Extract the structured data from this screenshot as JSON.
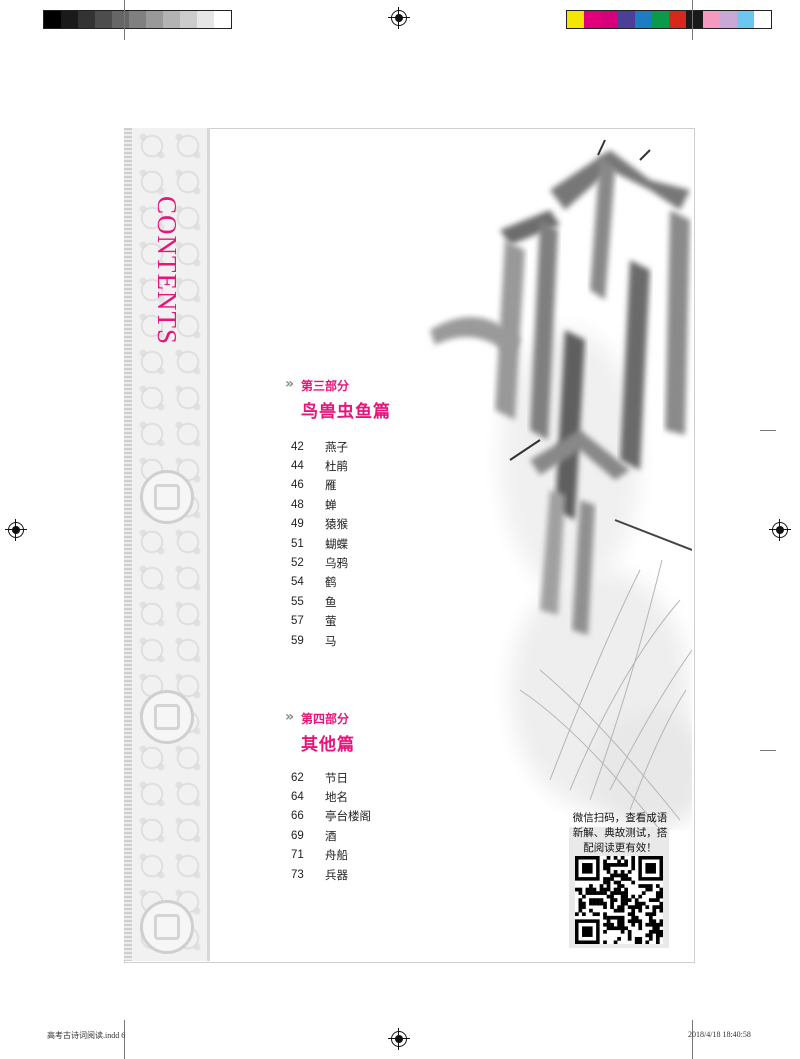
{
  "print_marks": {
    "grayscale_swatches": [
      "#000000",
      "#1a1a1a",
      "#333333",
      "#4d4d4d",
      "#666666",
      "#808080",
      "#999999",
      "#b3b3b3",
      "#cccccc",
      "#e6e6e6",
      "#ffffff"
    ],
    "color_swatches": [
      "#f5e600",
      "#e2007a",
      "#d6007f",
      "#4b3f98",
      "#1d7dc2",
      "#0a9a4a",
      "#d8281e",
      "#1a1a1a",
      "#f49ac1",
      "#c9a8d6",
      "#6ec6ee",
      "#ffffff"
    ]
  },
  "sidebar": {
    "title": "CONTENTS"
  },
  "colors": {
    "accent": "#e6157a",
    "ornament": "#d0d0d0"
  },
  "sections": [
    {
      "marker": "»",
      "label": "第三部分",
      "title": "鸟兽虫鱼篇",
      "items": [
        {
          "page": "42",
          "name": "燕子"
        },
        {
          "page": "44",
          "name": "杜鹃"
        },
        {
          "page": "46",
          "name": "雁"
        },
        {
          "page": "48",
          "name": "蝉"
        },
        {
          "page": "49",
          "name": "猿猴"
        },
        {
          "page": "51",
          "name": "蝴蝶"
        },
        {
          "page": "52",
          "name": "乌鸦"
        },
        {
          "page": "54",
          "name": "鹤"
        },
        {
          "page": "55",
          "name": "鱼"
        },
        {
          "page": "57",
          "name": "萤"
        },
        {
          "page": "59",
          "name": "马"
        }
      ]
    },
    {
      "marker": "»",
      "label": "第四部分",
      "title": "其他篇",
      "items": [
        {
          "page": "62",
          "name": "节日"
        },
        {
          "page": "64",
          "name": "地名"
        },
        {
          "page": "66",
          "name": "亭台楼阁"
        },
        {
          "page": "69",
          "name": "酒"
        },
        {
          "page": "71",
          "name": "舟船"
        },
        {
          "page": "73",
          "name": "兵器"
        }
      ]
    }
  ],
  "qr": {
    "caption": "微信扫码，查看成语新解、典故测试，搭配阅读更有效！"
  },
  "footer": {
    "file": "高考古诗词阅读.indd   6",
    "timestamp": "2018/4/18   18:40:58"
  }
}
